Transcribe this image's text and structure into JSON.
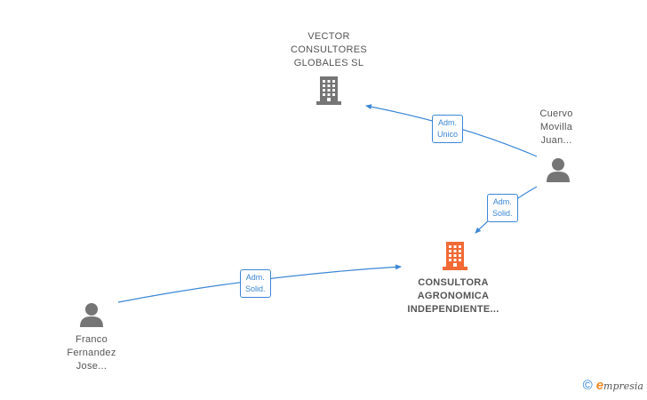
{
  "nodes": {
    "vector": {
      "label_lines": [
        "VECTOR",
        "CONSULTORES",
        "GLOBALES  SL"
      ],
      "type": "company",
      "color": "#757575"
    },
    "consultora": {
      "label_lines": [
        "CONSULTORA",
        "AGRONOMICA",
        "INDEPENDIENTE..."
      ],
      "type": "company",
      "color": "#f26a35"
    },
    "cuervo": {
      "label_lines": [
        "Cuervo",
        "Movilla",
        "Juan..."
      ],
      "type": "person",
      "color": "#757575"
    },
    "franco": {
      "label_lines": [
        "Franco",
        "Fernandez",
        "Jose..."
      ],
      "type": "person",
      "color": "#757575"
    }
  },
  "edges": [
    {
      "from": "cuervo",
      "to": "vector",
      "label_lines": [
        "Adm.",
        "Unico"
      ]
    },
    {
      "from": "cuervo",
      "to": "consultora",
      "label_lines": [
        "Adm.",
        "Solid."
      ]
    },
    {
      "from": "franco",
      "to": "consultora",
      "label_lines": [
        "Adm.",
        "Solid."
      ]
    }
  ],
  "edge_color": "#3b86d6",
  "footer": {
    "copyright_symbol": "©",
    "brand_initial": "e",
    "brand_rest": "mpresia"
  }
}
